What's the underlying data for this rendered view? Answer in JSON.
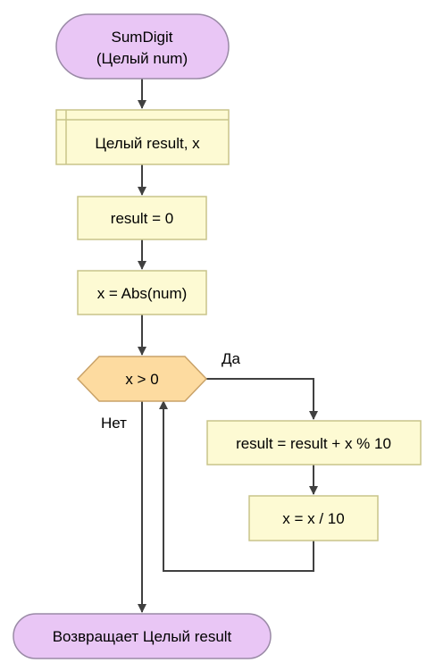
{
  "nodes": {
    "start": {
      "line1": "SumDigit",
      "line2": "(Целый num)"
    },
    "declare": {
      "label": "Целый result, x"
    },
    "assign_result": {
      "label": "result = 0"
    },
    "assign_x": {
      "label": "x = Abs(num)"
    },
    "loop_condition": {
      "label": "x > 0"
    },
    "body_accumulate": {
      "label": "result = result + x % 10"
    },
    "body_divide": {
      "label": "x = x / 10"
    },
    "end": {
      "label": "Возвращает Целый result"
    }
  },
  "edges": {
    "yes_label": "Да",
    "no_label": "Нет"
  },
  "colors": {
    "terminal_fill": "#e9c6f5",
    "terminal_stroke": "#9a8aa6",
    "process_fill": "#fdfad3",
    "process_stroke": "#c8c48a",
    "decision_fill": "#fddba0",
    "decision_stroke": "#c9a268",
    "arrow": "#404040"
  }
}
